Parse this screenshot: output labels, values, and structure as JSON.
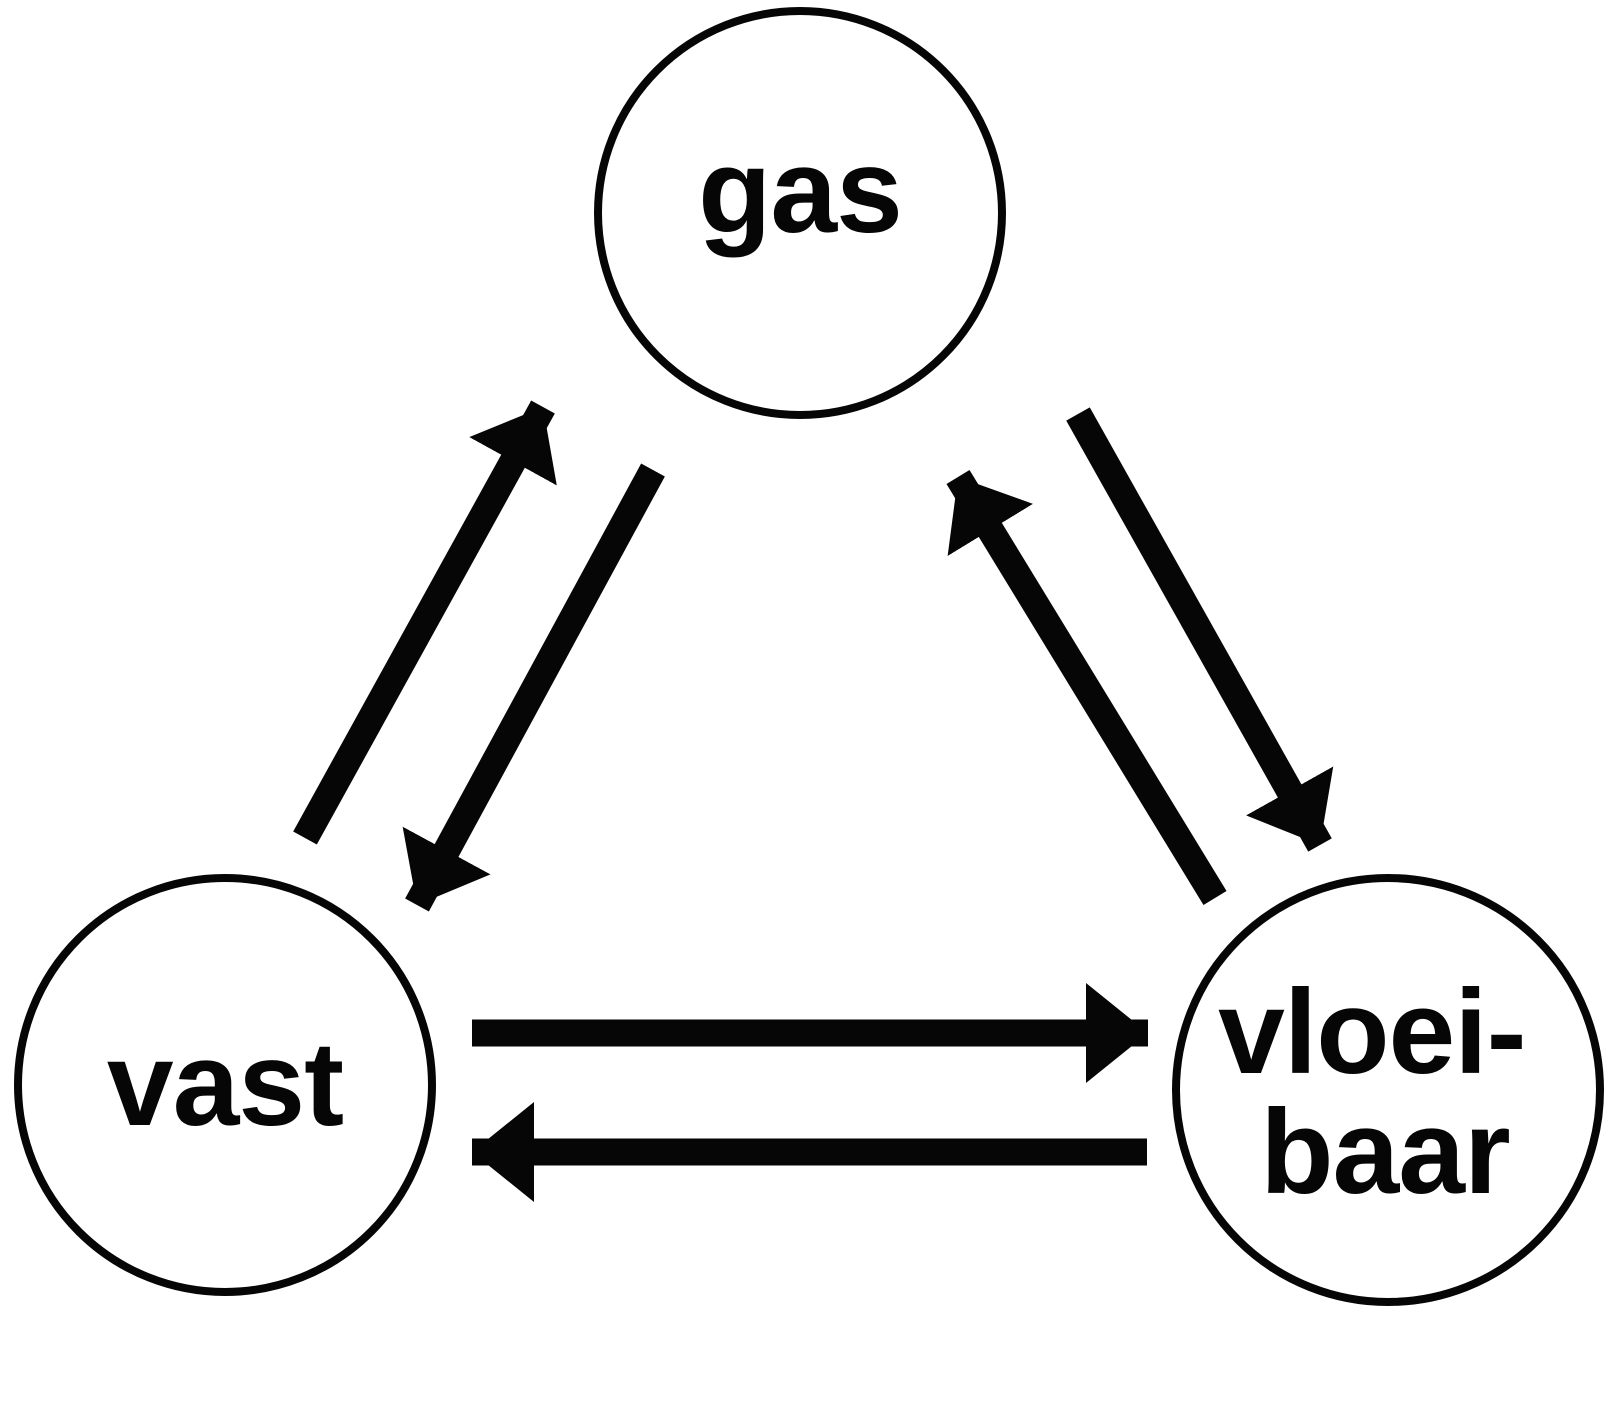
{
  "diagram": {
    "type": "state-transition-triangle",
    "language": "nl",
    "background_color": "#ffffff",
    "ink_color": "#060606",
    "nodes": {
      "gas": {
        "label": "gas"
      },
      "vast": {
        "label": "vast"
      },
      "vloeibaar": {
        "label_line1": "vloei-",
        "label_line2": "baar"
      }
    },
    "edges": [
      {
        "from": "vast",
        "to": "gas"
      },
      {
        "from": "gas",
        "to": "vast"
      },
      {
        "from": "vloeibaar",
        "to": "gas"
      },
      {
        "from": "gas",
        "to": "vloeibaar"
      },
      {
        "from": "vast",
        "to": "vloeibaar"
      },
      {
        "from": "vloeibaar",
        "to": "vast"
      }
    ]
  }
}
